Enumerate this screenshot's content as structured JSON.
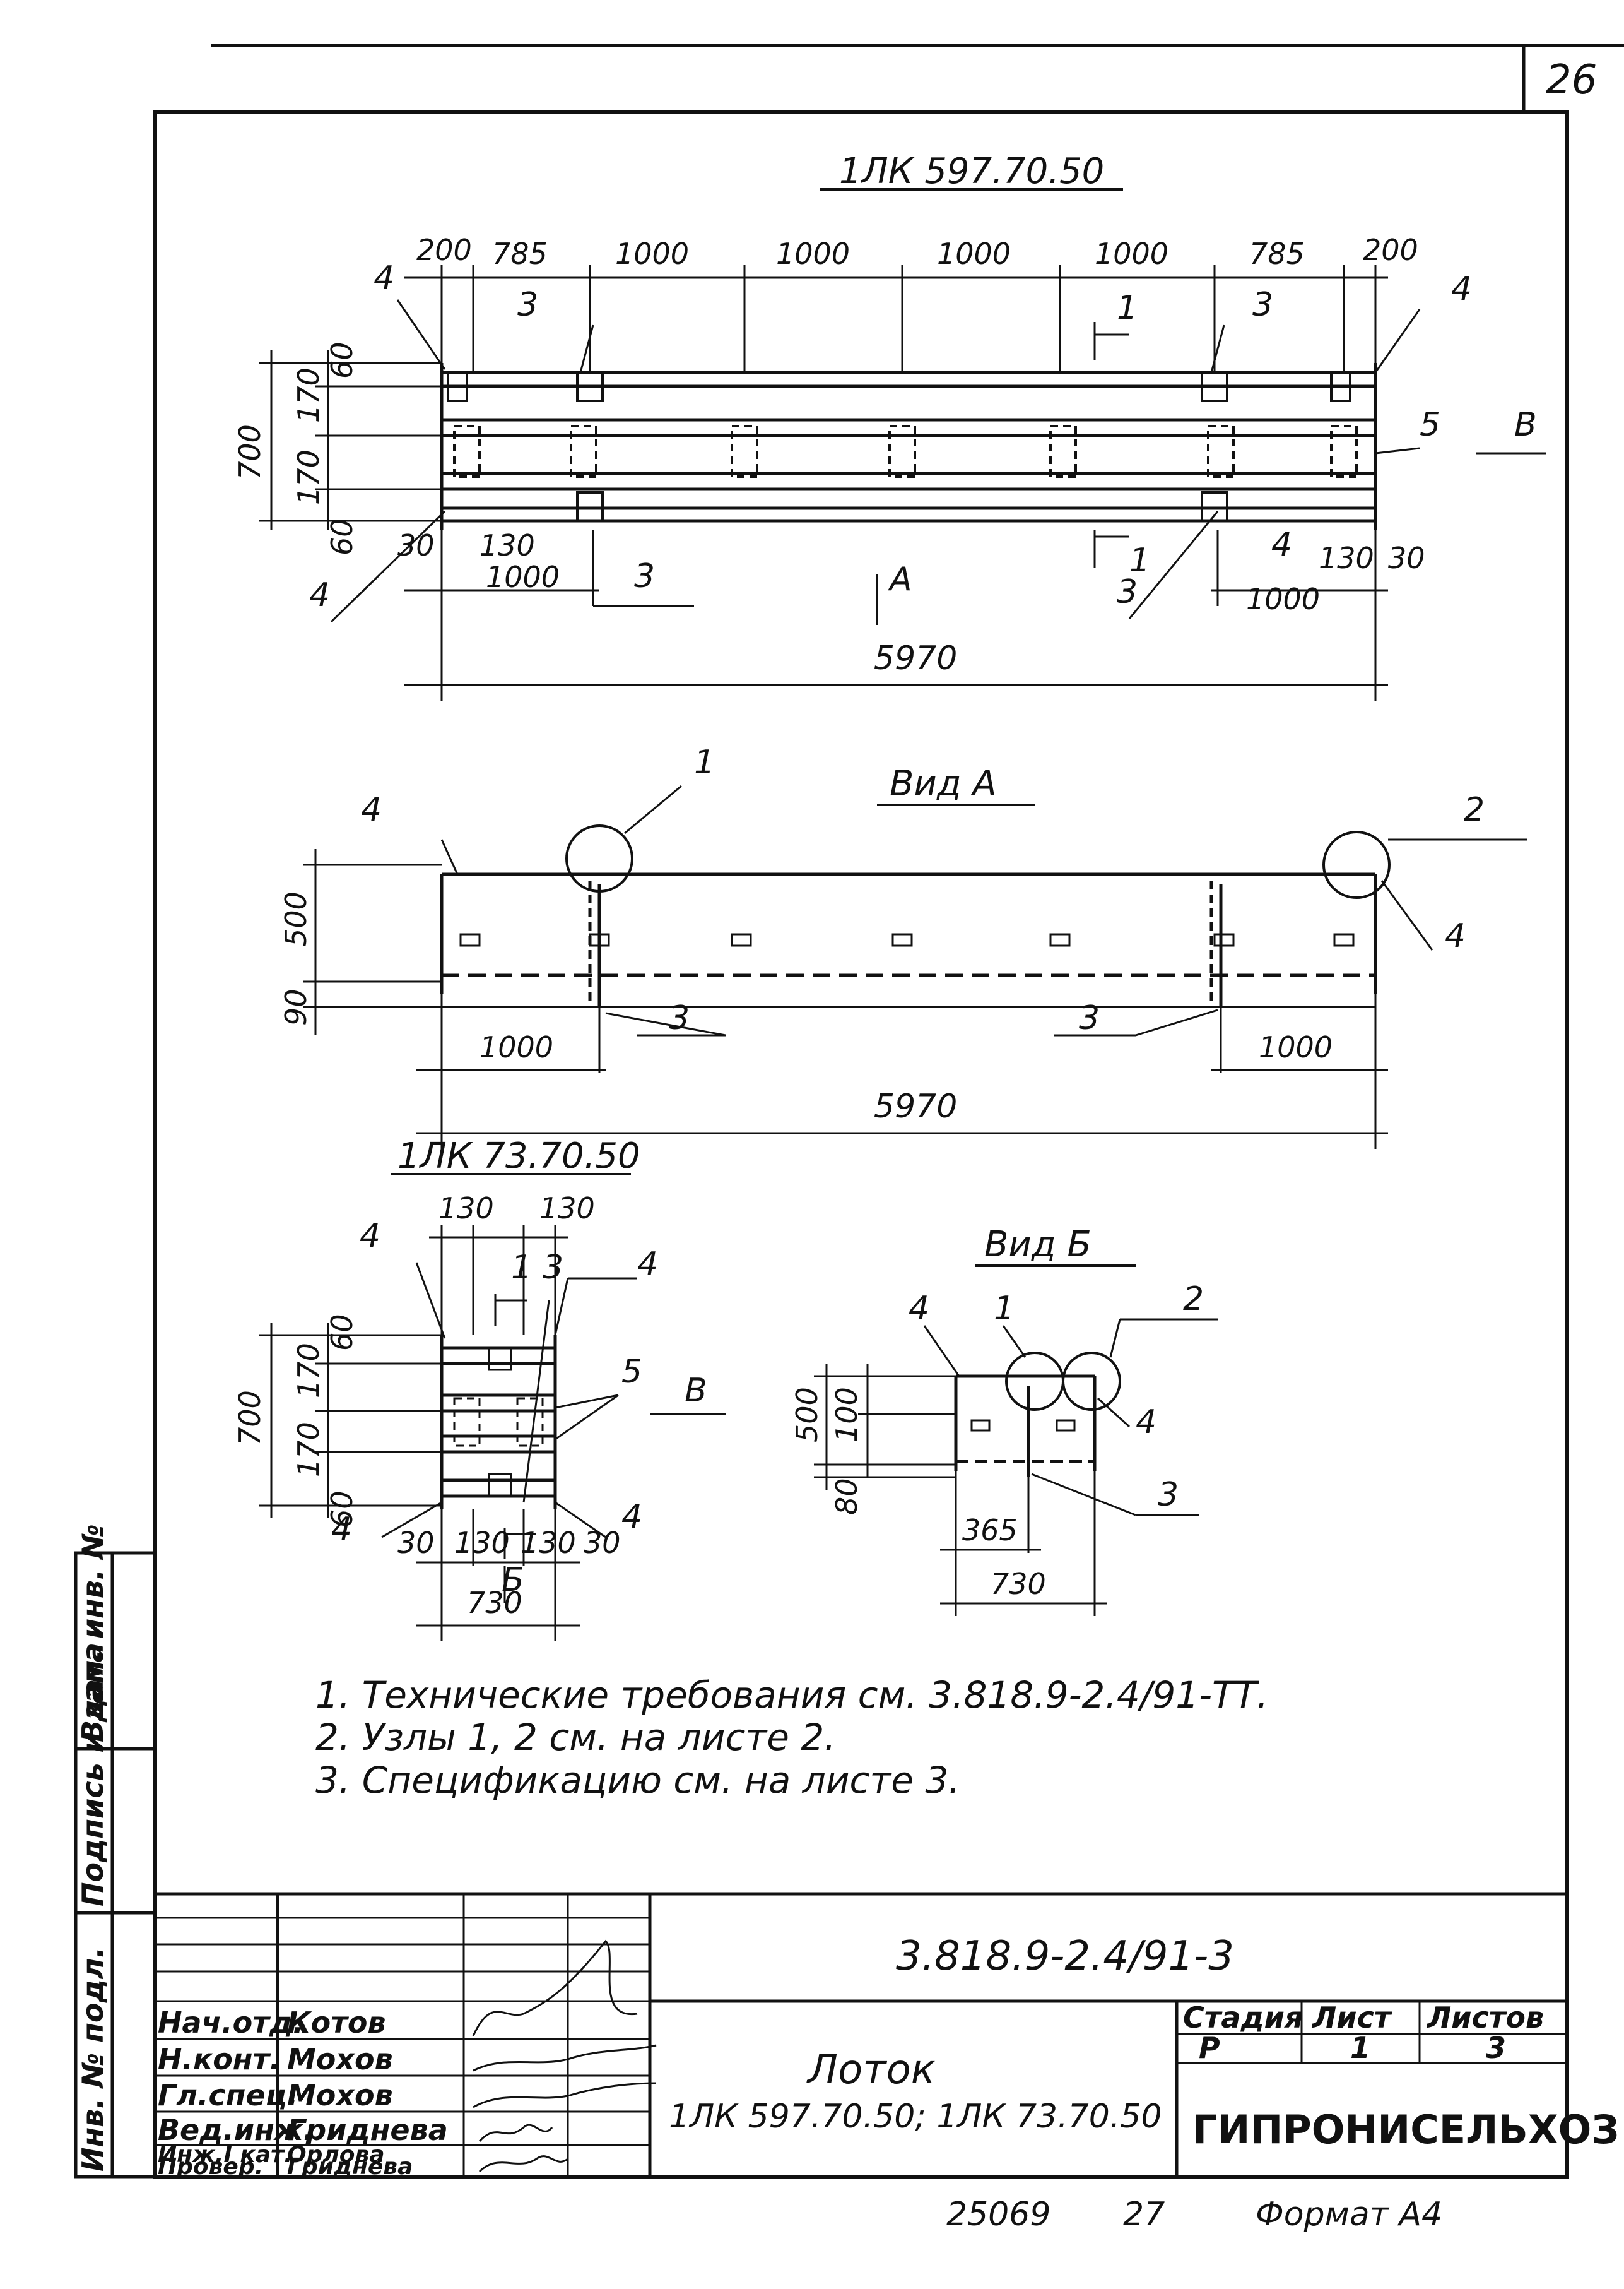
{
  "sheet_number": "26",
  "plan_top": {
    "title": "1ЛК 597.70.50",
    "top_dims": [
      "200",
      "785",
      "1000",
      "1000",
      "1000",
      "1000",
      "785",
      "200"
    ],
    "left_dims": [
      "60",
      "170",
      "170",
      "60"
    ],
    "overall_height": "700",
    "bottom_dims_left": [
      "30",
      "130",
      "1000"
    ],
    "bottom_dims_right": [
      "130",
      "30",
      "1000"
    ],
    "total": "5970",
    "labels": {
      "p4": "4",
      "p3": "3",
      "p5": "5",
      "s1": "1",
      "vA": "А",
      "vB": "В"
    }
  },
  "view_a": {
    "title": "Вид А",
    "dims": [
      "500",
      "90",
      "1000",
      "1000",
      "5970"
    ],
    "labels": {
      "p1": "1",
      "p2": "2",
      "p3": "3",
      "p4": "4"
    }
  },
  "plan_small": {
    "title": "1ЛК 73.70.50",
    "top_dims": [
      "130",
      "130"
    ],
    "left_dims": [
      "60",
      "170",
      "170",
      "60"
    ],
    "overall_height": "700",
    "bottom_dims": [
      "30",
      "130",
      "130",
      "30"
    ],
    "total": "730",
    "labels": {
      "p4": "4",
      "p1": "1",
      "p3": "3",
      "p5": "5",
      "vB": "В",
      "vBb": "Б"
    }
  },
  "view_b": {
    "title": "Вид Б",
    "dims": [
      "500",
      "100",
      "80",
      "365",
      "730"
    ],
    "labels": {
      "p1": "1",
      "p2": "2",
      "p3": "3",
      "p4": "4"
    }
  },
  "notes": [
    "1. Технические требования см. 3.818.9-2.4/91-ТТ.",
    "2. Узлы 1, 2 см. на листе 2.",
    "3. Спецификацию см. на листе 3."
  ],
  "side_stamp": [
    "Инв. № подл.",
    "Подпись и дата",
    "Взам. инв. №"
  ],
  "title_block": {
    "designation": "3.818.9-2.4/91-3",
    "roles": [
      "Нач.отд.",
      "Н.конт.",
      "Гл.спец.",
      "Вед.инж.",
      "Инж.I кат.",
      "Провер."
    ],
    "names": [
      "Котов",
      "Мохов",
      "Мохов",
      "Гриднева",
      "Орлова",
      "Гриднева"
    ],
    "name_of_product": "Лоток",
    "product_codes": "1ЛК 597.70.50; 1ЛК 73.70.50",
    "stage_label": "Стадия",
    "sheet_label": "Лист",
    "sheets_label": "Листов",
    "stage": "Р",
    "sheet": "1",
    "sheets": "3",
    "organization": "ГИПРОНИСЕЛЬХОЗ"
  },
  "footer": {
    "inv": "25069",
    "num": "27",
    "format": "Формат А4"
  }
}
